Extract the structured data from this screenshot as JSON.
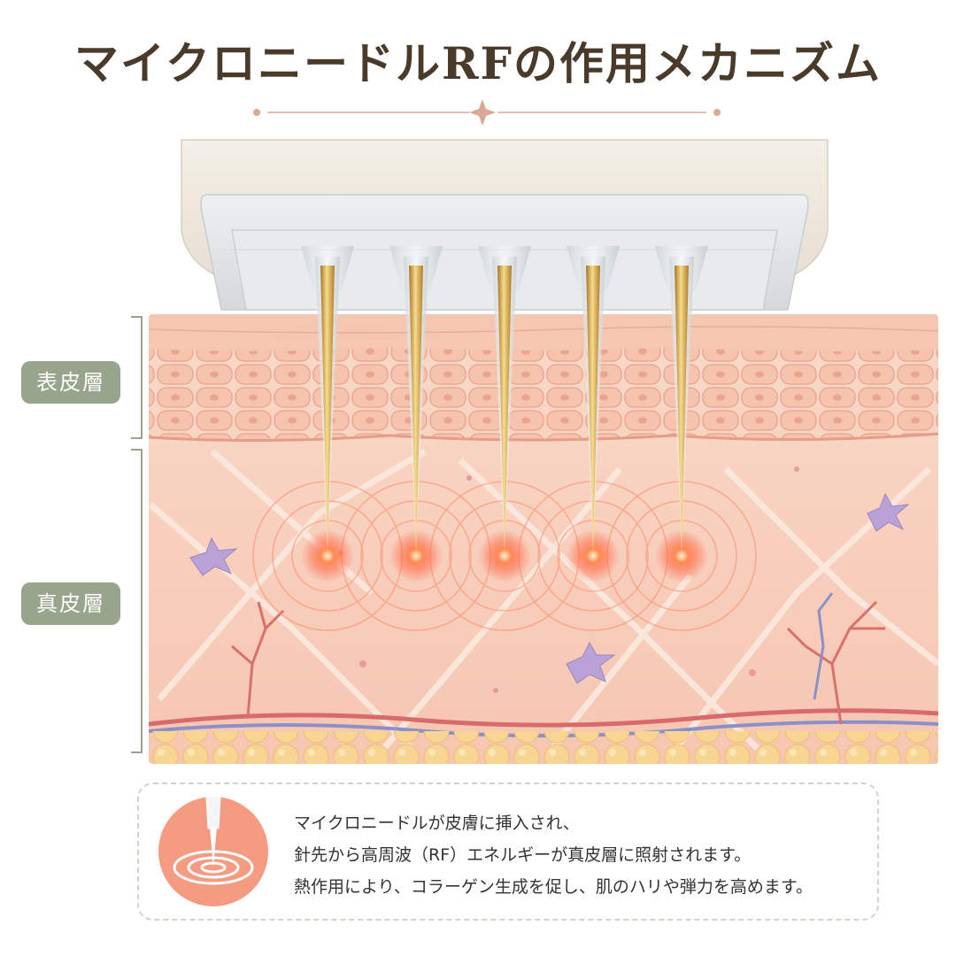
{
  "title": "マイクロニードルRFの作用メカニズム",
  "layers": {
    "epidermis": "表皮層",
    "dermis": "真皮層"
  },
  "description": [
    "マイクロニードルが皮膚に挿入され、",
    "針先から高周波（RF）エネルギーが真皮層に照射されます。",
    "熱作用により、コラーゲン生成を促し、肌のハリや弾力を高めます。"
  ],
  "colors": {
    "title": "#4a3a2a",
    "label_bg": "#98a58c",
    "accent": "#f08a6e",
    "needle_gold": "#d9a84a",
    "skin": "#f6c8b4",
    "fat": "#f6d08a"
  },
  "icons": [
    "needle-icon",
    "rf-wave-icon",
    "sparkle-icon"
  ]
}
